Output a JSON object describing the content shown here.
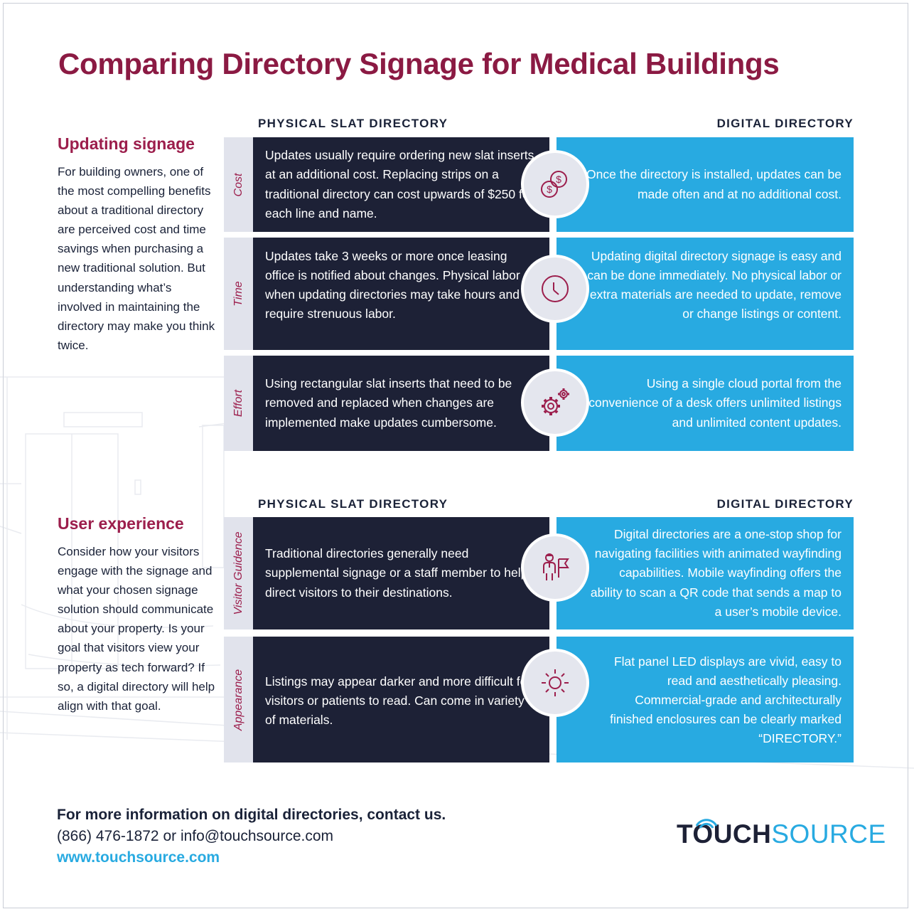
{
  "title": "Comparing Directory Signage for Medical Buildings",
  "columns": {
    "physical": "PHYSICAL SLAT DIRECTORY",
    "digital": "DIGITAL DIRECTORY"
  },
  "sections": [
    {
      "heading": "Updating signage",
      "body": "For building owners, one of the most compelling benefits about a traditional directory are perceived cost and time savings when purchasing a new traditional solution. But understanding what’s involved in maintaining the directory may make you think twice.",
      "rows": [
        {
          "label": "Cost",
          "icon": "coins-icon",
          "physical": "Updates usually require ordering new slat inserts at an additional cost. Replacing strips on a traditional directory can cost upwards of $250 for each line and name.",
          "digital": "Once the directory is installed, updates can be made often and at no additional cost."
        },
        {
          "label": "Time",
          "icon": "clock-icon",
          "physical": "Updates take 3 weeks or more once leasing office is notified about changes. Physical labor when updating directories may take hours and require strenuous labor.",
          "digital": "Updating digital directory signage is easy and can be done immediately. No physical labor or extra materials are needed to update, remove or change listings or content."
        },
        {
          "label": "Effort",
          "icon": "gears-icon",
          "physical": "Using rectangular slat inserts that need to be removed and replaced when changes are implemented make updates cumbersome.",
          "digital": "Using a single cloud portal from the convenience of a desk offers unlimited listings and unlimited content updates."
        }
      ]
    },
    {
      "heading": "User experience",
      "body": "Consider how your visitors engage with the signage and what your chosen signage solution should communicate about your property. Is your goal that visitors view your property as tech forward? If so, a digital directory will help align with that goal.",
      "rows": [
        {
          "label": "Visitor Guidence",
          "icon": "guide-flag-icon",
          "physical": "Traditional directories generally need supplemental signage or a staff member to help direct visitors to their destinations.",
          "digital": "Digital directories are a one-stop shop for navigating facilities with animated wayfinding capabilities. Mobile wayfinding offers the ability to scan a QR code that sends a map to a user’s mobile device."
        },
        {
          "label": "Appearance",
          "icon": "sun-icon",
          "physical": "Listings may appear darker and more difficult for visitors or patients to read. Can come in variety of materials.",
          "digital": "Flat panel LED displays are vivid, easy to read and aesthetically pleasing. Commercial-grade and architecturally finished enclosures can be clearly marked “DIRECTORY.”"
        }
      ]
    }
  ],
  "footer": {
    "cta": "For more information on digital directories, contact us.",
    "contact": "(866) 476-1872 or info@touchsource.com",
    "website": "www.touchsource.com"
  },
  "logo": {
    "part1": "TOUCH",
    "part2": "SOURCE"
  },
  "colors": {
    "maroon": "#9c1e4c",
    "navy": "#1d2136",
    "blue": "#28aae1",
    "tab": "#e1e3ec"
  }
}
